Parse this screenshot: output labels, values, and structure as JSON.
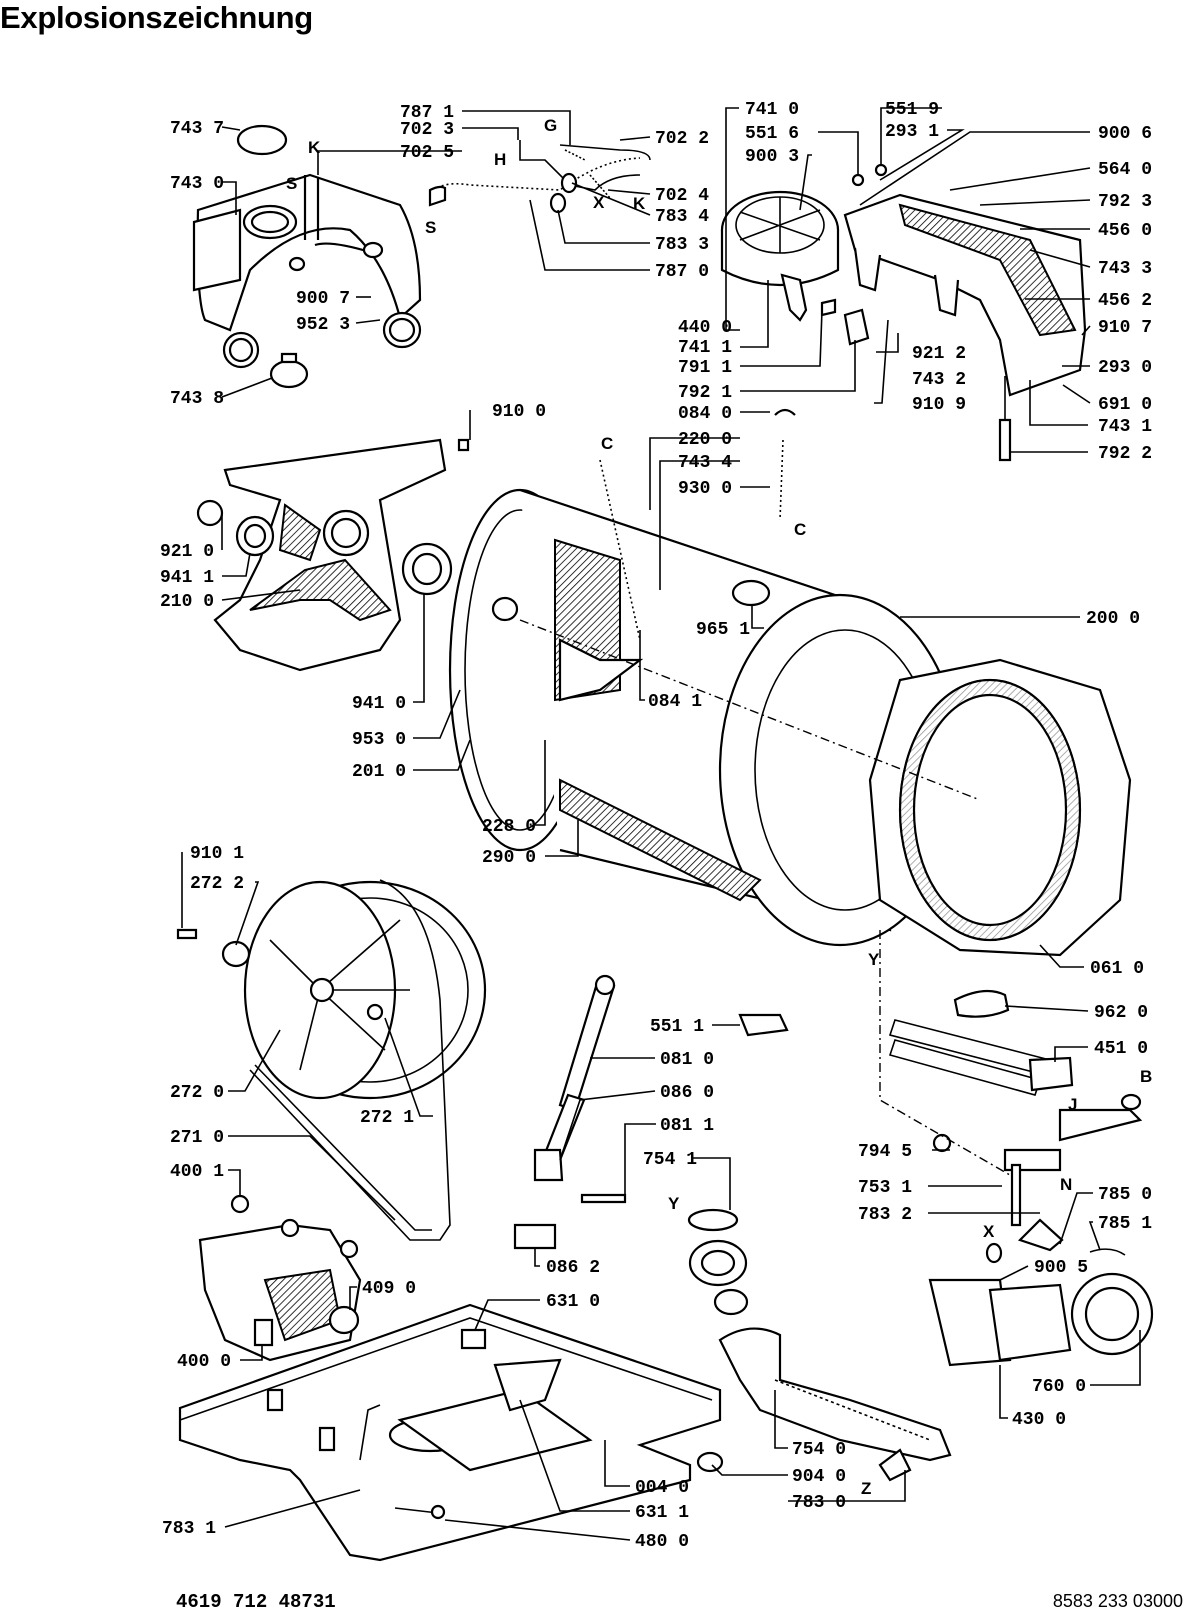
{
  "title": "Explosionszeichnung",
  "footer": {
    "left": "4619 712 48731",
    "right": "8583 233 03000"
  },
  "labels": [
    {
      "text": "743 7",
      "side": "left"
    },
    {
      "text": "743 0",
      "side": "left"
    },
    {
      "text": "900 7",
      "side": "left"
    },
    {
      "text": "952 3",
      "side": "left"
    },
    {
      "text": "743 8",
      "side": "left"
    },
    {
      "text": "787 1",
      "side": "left"
    },
    {
      "text": "702 3",
      "side": "left"
    },
    {
      "text": "702 5",
      "side": "left"
    },
    {
      "text": "702 2",
      "side": "right"
    },
    {
      "text": "702 4",
      "side": "right"
    },
    {
      "text": "783 4",
      "side": "right"
    },
    {
      "text": "783 3",
      "side": "right"
    },
    {
      "text": "787 0",
      "side": "right"
    },
    {
      "text": "741 0",
      "side": "left"
    },
    {
      "text": "551 6",
      "side": "left"
    },
    {
      "text": "900 3",
      "side": "left"
    },
    {
      "text": "551 9",
      "side": "left"
    },
    {
      "text": "293 1",
      "side": "left"
    },
    {
      "text": "900 6",
      "side": "right"
    },
    {
      "text": "564 0",
      "side": "right"
    },
    {
      "text": "792 3",
      "side": "right"
    },
    {
      "text": "456 0",
      "side": "right"
    },
    {
      "text": "743 3",
      "side": "right"
    },
    {
      "text": "456 2",
      "side": "right"
    },
    {
      "text": "910 7",
      "side": "right"
    },
    {
      "text": "293 0",
      "side": "right"
    },
    {
      "text": "691 0",
      "side": "right"
    },
    {
      "text": "743 1",
      "side": "right"
    },
    {
      "text": "792 2",
      "side": "right"
    },
    {
      "text": "440 0",
      "side": "left"
    },
    {
      "text": "741 1",
      "side": "left"
    },
    {
      "text": "791 1",
      "side": "left"
    },
    {
      "text": "792 1",
      "side": "left"
    },
    {
      "text": "921 2",
      "side": "right"
    },
    {
      "text": "743 2",
      "side": "right"
    },
    {
      "text": "910 9",
      "side": "right"
    },
    {
      "text": "910 0",
      "side": "right"
    },
    {
      "text": "084 0",
      "side": "left"
    },
    {
      "text": "220 0",
      "side": "left"
    },
    {
      "text": "743 4",
      "side": "left"
    },
    {
      "text": "930 0",
      "side": "left"
    },
    {
      "text": "921 0",
      "side": "left"
    },
    {
      "text": "941 1",
      "side": "left"
    },
    {
      "text": "210 0",
      "side": "left"
    },
    {
      "text": "965 1",
      "side": "left"
    },
    {
      "text": "200 0",
      "side": "right"
    },
    {
      "text": "941 0",
      "side": "left"
    },
    {
      "text": "084 1",
      "side": "right"
    },
    {
      "text": "953 0",
      "side": "left"
    },
    {
      "text": "201 0",
      "side": "left"
    },
    {
      "text": "228 0",
      "side": "left"
    },
    {
      "text": "290 0",
      "side": "left"
    },
    {
      "text": "910 1",
      "side": "left"
    },
    {
      "text": "272 2",
      "side": "left"
    },
    {
      "text": "061 0",
      "side": "right"
    },
    {
      "text": "551 1",
      "side": "left"
    },
    {
      "text": "962 0",
      "side": "right"
    },
    {
      "text": "081 0",
      "side": "right"
    },
    {
      "text": "451 0",
      "side": "right"
    },
    {
      "text": "086 0",
      "side": "right"
    },
    {
      "text": "272 0",
      "side": "left"
    },
    {
      "text": "272 1",
      "side": "left"
    },
    {
      "text": "271 0",
      "side": "left"
    },
    {
      "text": "081 1",
      "side": "right"
    },
    {
      "text": "754 1",
      "side": "left"
    },
    {
      "text": "794 5",
      "side": "left"
    },
    {
      "text": "400 1",
      "side": "left"
    },
    {
      "text": "753 1",
      "side": "left"
    },
    {
      "text": "785 0",
      "side": "right"
    },
    {
      "text": "783 2",
      "side": "left"
    },
    {
      "text": "785 1",
      "side": "right"
    },
    {
      "text": "086 2",
      "side": "right"
    },
    {
      "text": "900 5",
      "side": "right"
    },
    {
      "text": "409 0",
      "side": "right"
    },
    {
      "text": "631 0",
      "side": "right"
    },
    {
      "text": "400 0",
      "side": "left"
    },
    {
      "text": "760 0",
      "side": "right"
    },
    {
      "text": "430 0",
      "side": "right"
    },
    {
      "text": "754 0",
      "side": "right"
    },
    {
      "text": "004 0",
      "side": "right"
    },
    {
      "text": "783 1",
      "side": "left"
    },
    {
      "text": "904 0",
      "side": "right"
    },
    {
      "text": "631 1",
      "side": "right"
    },
    {
      "text": "783 0",
      "side": "right"
    },
    {
      "text": "480 0",
      "side": "right"
    }
  ],
  "letters": [
    "K",
    "S",
    "G",
    "H",
    "X",
    "K",
    "S",
    "C",
    "C",
    "Y",
    "J",
    "B",
    "N",
    "Y",
    "X",
    "Z"
  ]
}
